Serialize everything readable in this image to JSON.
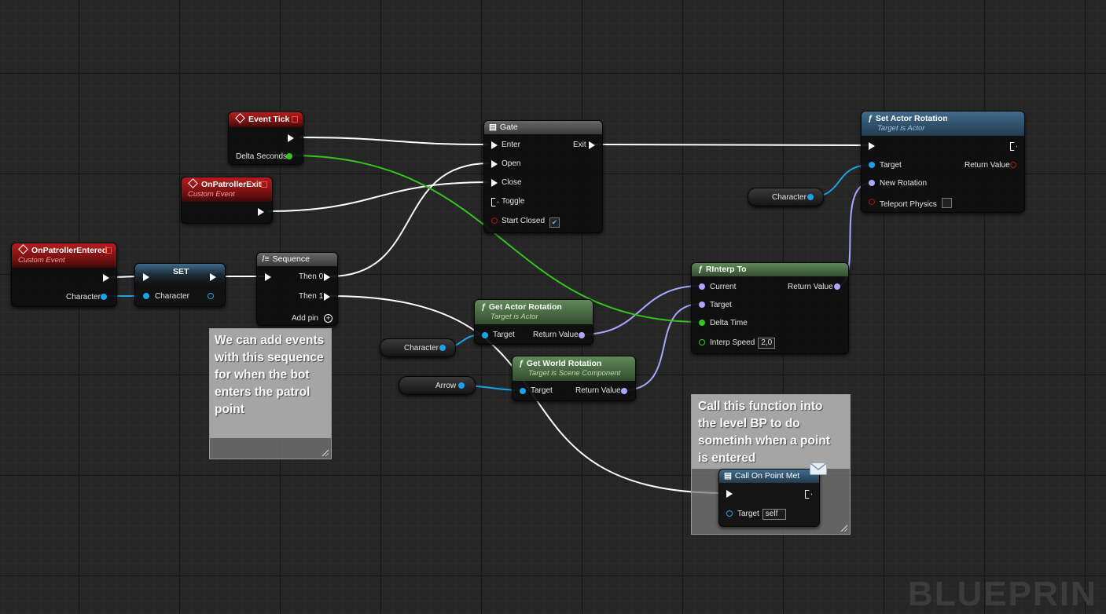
{
  "nodes": {
    "event_tick": {
      "title": "Event Tick",
      "pin_delta": "Delta Seconds"
    },
    "on_patroller_exit": {
      "title": "OnPatrollerExit",
      "subtitle": "Custom Event"
    },
    "on_patroller_entered": {
      "title": "OnPatrollerEntered",
      "subtitle": "Custom Event",
      "pin_character": "Character"
    },
    "set": {
      "title": "SET",
      "pin_character": "Character"
    },
    "sequence": {
      "title": "Sequence",
      "then0": "Then 0",
      "then1": "Then 1",
      "add_pin": "Add pin"
    },
    "gate": {
      "title": "Gate",
      "enter": "Enter",
      "exit": "Exit",
      "open": "Open",
      "close": "Close",
      "toggle": "Toggle",
      "start_closed": "Start Closed",
      "start_closed_checked": true
    },
    "set_actor_rotation": {
      "title": "Set Actor Rotation",
      "subtitle": "Target is Actor",
      "target": "Target",
      "return_value": "Return Value",
      "new_rotation": "New Rotation",
      "teleport": "Teleport Physics"
    },
    "rinterp_to": {
      "title": "RInterp To",
      "current": "Current",
      "return_value": "Return Value",
      "target": "Target",
      "delta_time": "Delta Time",
      "interp_speed": "Interp Speed",
      "interp_speed_value": "2,0"
    },
    "get_actor_rotation": {
      "title": "Get Actor Rotation",
      "subtitle": "Target is Actor",
      "target": "Target",
      "return_value": "Return Value"
    },
    "get_world_rotation": {
      "title": "Get World Rotation",
      "subtitle": "Target is Scene Component",
      "target": "Target",
      "return_value": "Return Value"
    },
    "call_on_point_met": {
      "title": "Call On Point Met",
      "target": "Target",
      "target_value": "self"
    }
  },
  "variables": {
    "character_top": "Character",
    "character_mid": "Character",
    "arrow": "Arrow"
  },
  "comments": {
    "sequence_note": "We can add events with this sequence for when the bot enters the patrol point",
    "level_bp_note": "Call this function into the level BP to do sometinh when a point is entered"
  },
  "watermark": "BLUEPRIN",
  "colors": {
    "exec_wire": "#ffffff",
    "object_pin": "#1aa3e8",
    "struct_pin": "#a8a8ff",
    "float_pin": "#35c41d",
    "bool_pin": "#960000",
    "event_header": "#a31717",
    "function_header": "#3d6886",
    "pure_header": "#5a8253"
  },
  "icons": {
    "event": "event-diamond-icon",
    "function": "function-f-icon",
    "sequence": "sequence-icon",
    "gate": "gate-icon",
    "message": "envelope-icon"
  }
}
